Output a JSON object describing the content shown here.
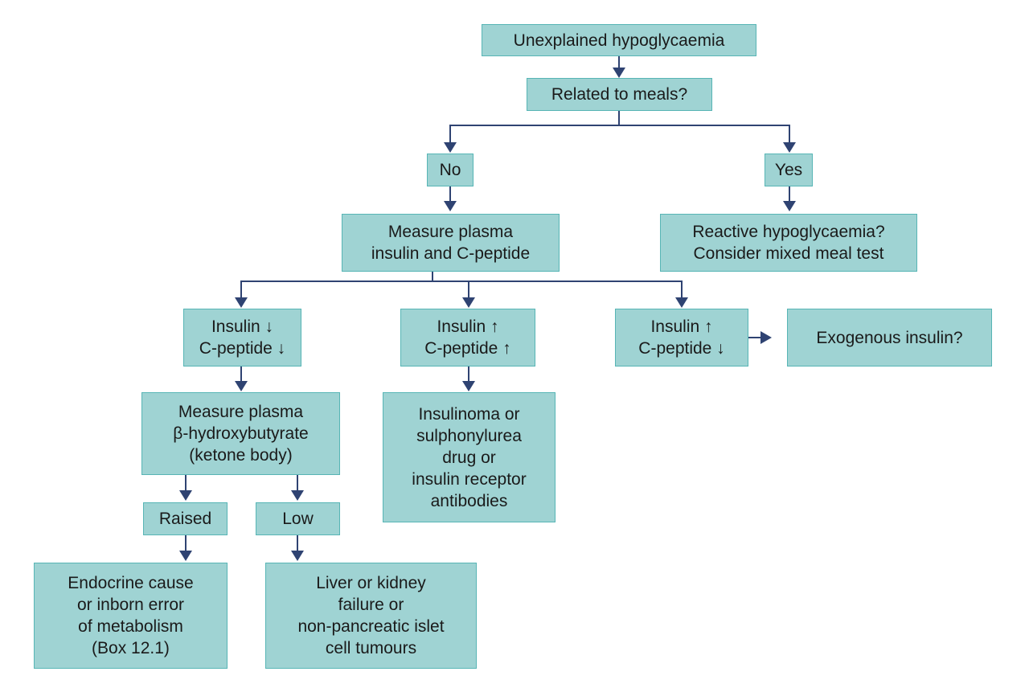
{
  "colors": {
    "box_fill": "#9fd3d3",
    "box_border": "#57b5b5",
    "connector": "#2f4372"
  },
  "nodes": {
    "start": "Unexplained hypoglycaemia",
    "meals": "Related to meals?",
    "no": "No",
    "yes": "Yes",
    "measure_insulin": {
      "l1": "Measure plasma",
      "l2": "insulin and C-peptide"
    },
    "reactive": {
      "l1": "Reactive hypoglycaemia?",
      "l2": "Consider mixed meal test"
    },
    "low_low": {
      "l1": "Insulin ↓",
      "l2": "C-peptide ↓"
    },
    "high_high": {
      "l1": "Insulin ↑",
      "l2": "C-peptide ↑"
    },
    "high_low": {
      "l1": "Insulin ↑",
      "l2": "C-peptide ↓"
    },
    "exogenous": "Exogenous insulin?",
    "measure_ketone": {
      "l1": "Measure plasma",
      "l2": "β-hydroxybutyrate",
      "l3": "(ketone body)"
    },
    "insulinoma": {
      "l1": "Insulinoma or",
      "l2": "sulphonylurea",
      "l3": "drug or",
      "l4": "insulin receptor",
      "l5": "antibodies"
    },
    "raised": "Raised",
    "low": "Low",
    "endocrine": {
      "l1": "Endocrine cause",
      "l2": "or inborn error",
      "l3": "of metabolism",
      "l4": "(Box 12.1)"
    },
    "liver": {
      "l1": "Liver or kidney",
      "l2": "failure or",
      "l3": "non-pancreatic islet",
      "l4": "cell tumours"
    }
  }
}
